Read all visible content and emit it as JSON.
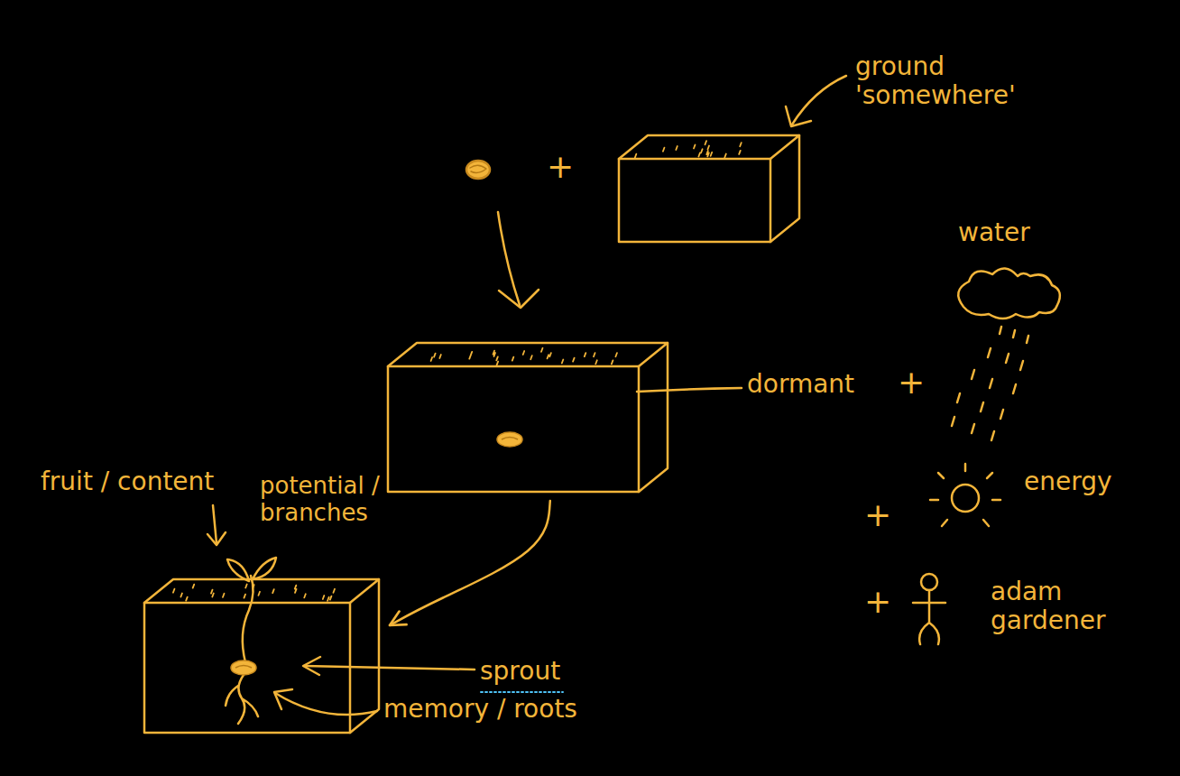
{
  "diagram": {
    "nodes": [
      {
        "text": [
          "ground 'somewhere'"
        ]
      },
      {
        "text": [
          "dormant"
        ]
      },
      {
        "text": [
          "fruit / content",
          "potential / branches",
          "sprout",
          "memory / roots"
        ]
      }
    ],
    "edges": [
      {
        "from": 1,
        "to": 2,
        "arrow": "to"
      }
    ],
    "labels": [
      "+",
      "water",
      "+",
      "+",
      "energy",
      "+",
      "adam gardener"
    ]
  }
}
